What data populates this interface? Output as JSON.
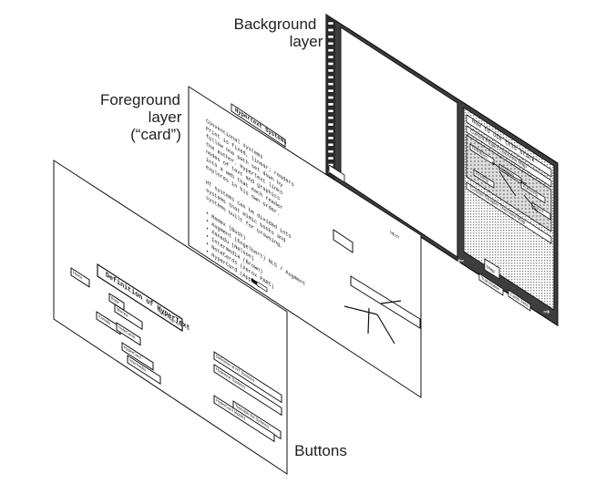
{
  "labels": {
    "background": [
      "Background",
      "layer"
    ],
    "foreground": [
      "Foreground",
      "layer",
      "(“card”)"
    ],
    "buttons": "Buttons"
  },
  "button_layer": {
    "title": "Definition of HyperText",
    "subtitle": "NLS / Augment",
    "buttons": [
      "Home",
      "Back",
      "Memex",
      "Xanadu",
      "NoteCards",
      "HyperCard",
      "Intermedia",
      "Definition of HT Systems",
      "Hypertext Systems",
      "Tolerable Ed Systems",
      "HyperCard (Apple)"
    ]
  },
  "card_layer": {
    "title": "Hypertext Systems",
    "corner_label": "NEXT",
    "text_lines": [
      "Conventional systems",
      "Print is fixed, linear; readers",
      "follow one path set down by",
      "the author. Hypertext links",
      "nodes of text and graphics",
      "into a web that each reader",
      "explores in his own order.",
      "",
      "HT systems can be divided into",
      "systems that mimic books and",
      "systems built for browsing.",
      "",
      "• Memex (Bush)",
      "• Augment (Engelbart) NLS / Augment",
      "• Xanadu (Nelson)",
      "• Intermedia (Brown)",
      "• NoteCards (Xerox PARC)",
      "• HyperCard (Apple)"
    ]
  },
  "background_layer": {
    "side_heading": "How to use this stack",
    "map_title": "Current Project Overview Map",
    "map_boxes": [
      "Definitions",
      "Systems",
      "Authoring",
      "Reading",
      "Future"
    ],
    "lower_title": "Current Chapter Overview Map",
    "buttons": [
      "Map",
      "Trail Marker",
      "Cards Seen"
    ]
  },
  "colors": {
    "stroke": "#111111",
    "layer_fill": "#ffffff",
    "frame_fill": "#444444",
    "hatch": "#8a8a8a",
    "label_text": "#222222"
  }
}
